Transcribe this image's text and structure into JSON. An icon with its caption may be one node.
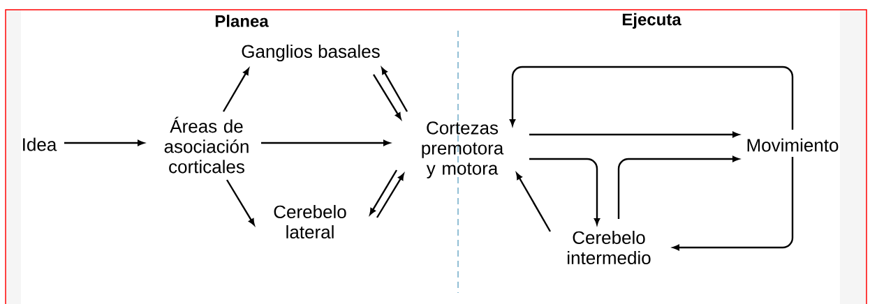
{
  "diagram": {
    "nodes": [
      {
        "text": [
          "Idea"
        ]
      },
      {
        "text": [
          "Áreas de asociación corticales"
        ]
      },
      {
        "text": [
          "Ganglios basales"
        ]
      },
      {
        "text": [
          "Cerebelo lateral"
        ]
      },
      {
        "text": [
          "Cortezas premotora y motora"
        ]
      },
      {
        "text": [
          "Movimiento"
        ]
      },
      {
        "text": [
          "Cerebelo intermedio"
        ]
      }
    ],
    "edges": [
      {
        "from": 0,
        "to": 1,
        "arrow": "to"
      },
      {
        "from": 1,
        "to": 2,
        "arrow": "to"
      },
      {
        "from": 1,
        "to": 4,
        "arrow": "to"
      },
      {
        "from": 1,
        "to": 3,
        "arrow": "to"
      },
      {
        "from": 4,
        "to": 2,
        "arrow": "to"
      },
      {
        "from": 2,
        "to": 4,
        "arrow": "to"
      },
      {
        "from": 3,
        "to": 4,
        "arrow": "to"
      },
      {
        "from": 4,
        "to": 3,
        "arrow": "to"
      },
      {
        "from": 4,
        "to": 5,
        "arrow": "to"
      },
      {
        "from": 4,
        "to": 6,
        "arrow": "to"
      },
      {
        "from": 6,
        "to": 5,
        "arrow": "to"
      },
      {
        "from": 6,
        "to": 4,
        "arrow": "to"
      },
      {
        "from": 5,
        "to": 4,
        "arrow": "to"
      },
      {
        "from": 5,
        "to": 6,
        "arrow": "to"
      }
    ],
    "labels": [
      "Planea",
      "Ejecuta"
    ]
  }
}
